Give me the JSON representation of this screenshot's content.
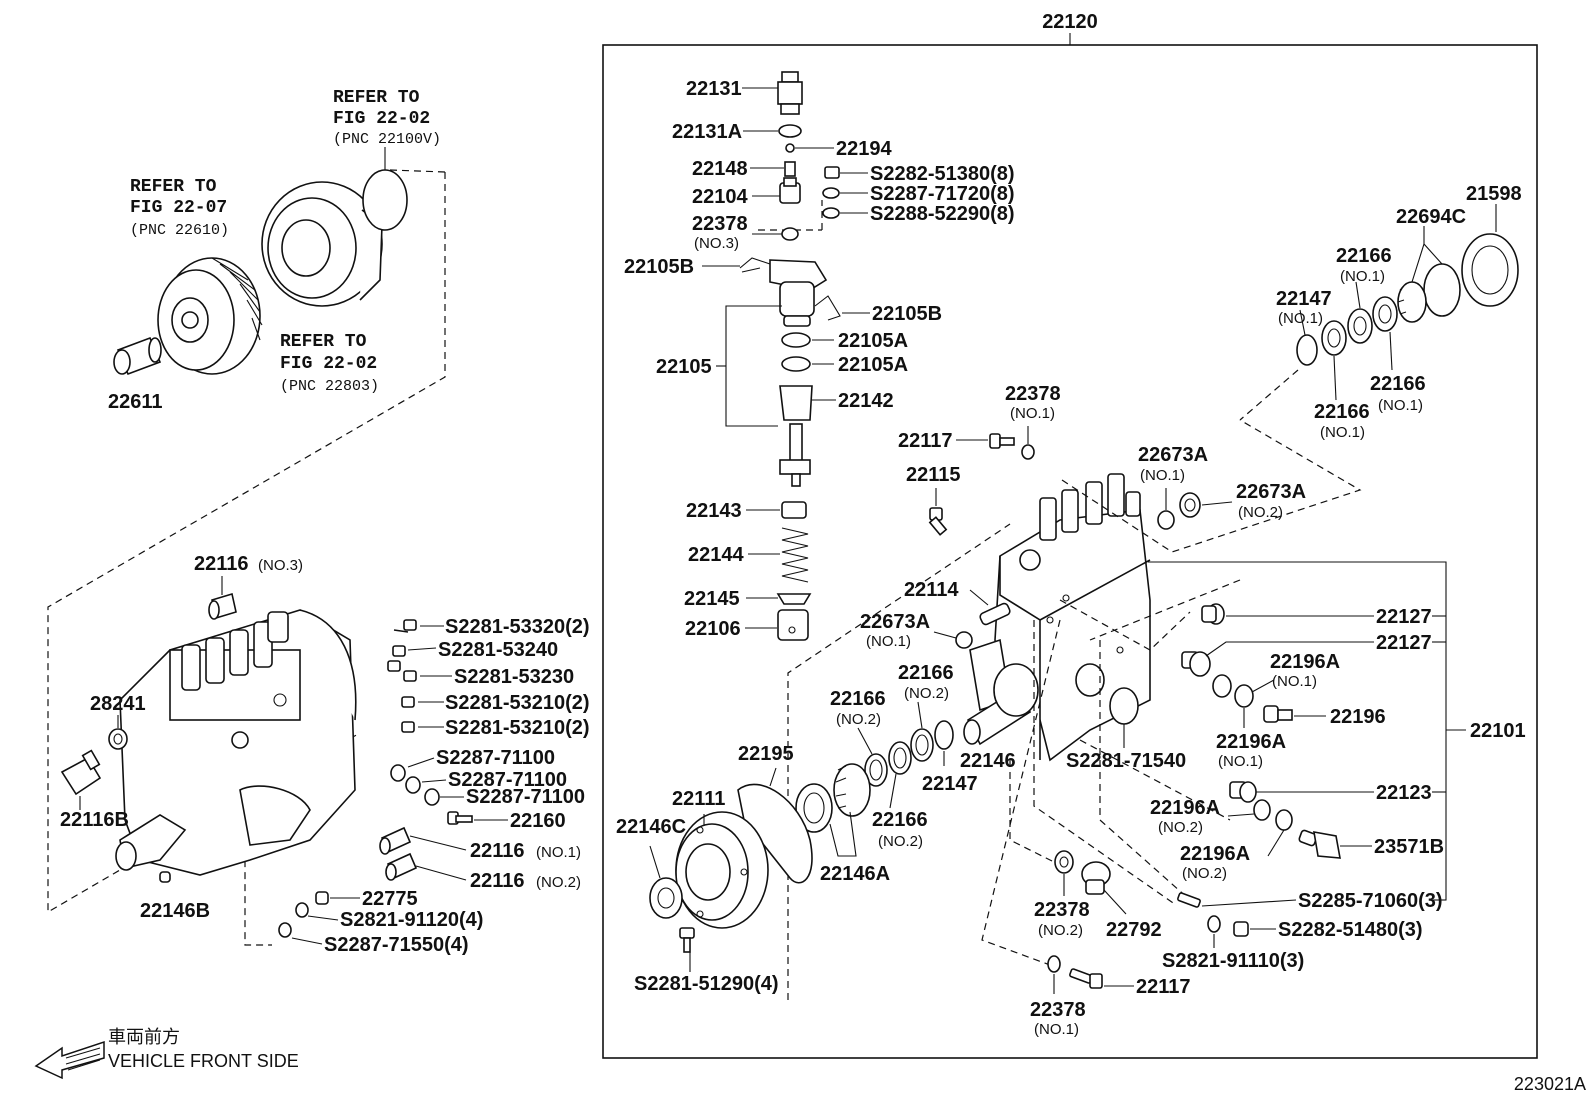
{
  "assembly": {
    "main": "22120",
    "body": "22101"
  },
  "left_labels": [
    {
      "name": "refer-22-02-top",
      "lines": [
        "REFER TO",
        "FIG 22-02",
        "(PNC 22100V)"
      ]
    },
    {
      "name": "refer-22-07",
      "lines": [
        "REFER TO",
        "FIG 22-07",
        "(PNC 22610)"
      ]
    },
    {
      "name": "refer-22-02-bot",
      "lines": [
        "REFER TO",
        "FIG 22-02",
        "(PNC 22803)"
      ]
    }
  ],
  "callouts": {
    "c22611": "22611",
    "c22116_3": "22116",
    "c22116_3s": "(NO.3)",
    "c28241": "28241",
    "c22116B": "22116B",
    "c22146B": "22146B",
    "s53320": "S2281-53320(2)",
    "s53240": "S2281-53240",
    "s53230": "S2281-53230",
    "s53210a": "S2281-53210(2)",
    "s53210b": "S2281-53210(2)",
    "s71100a": "S2287-71100",
    "s71100b": "S2287-71100",
    "s71100c": "S2287-71100",
    "c22160": "22160",
    "c22116_1": "22116",
    "c22116_1s": "(NO.1)",
    "c22116_2": "22116",
    "c22116_2s": "(NO.2)",
    "c22775": "22775",
    "s91120": "S2821-91120(4)",
    "s71550": "S2287-71550(4)",
    "c22131": "22131",
    "c22131A": "22131A",
    "c22194": "22194",
    "c22148": "22148",
    "s51380": "S2282-51380(8)",
    "s71720": "S2287-71720(8)",
    "s52290": "S2288-52290(8)",
    "c22104": "22104",
    "c22378_3": "22378",
    "c22378_3s": "(NO.3)",
    "c22105B_l": "22105B",
    "c22105B_r": "22105B",
    "c22105": "22105",
    "c22105A_a": "22105A",
    "c22105A_b": "22105A",
    "c22142": "22142",
    "c22143": "22143",
    "c22144": "22144",
    "c22145": "22145",
    "c22106": "22106",
    "c22378_1top": "22378",
    "c22378_1tops": "(NO.1)",
    "c22117_top": "22117",
    "c22115": "22115",
    "c22114": "22114",
    "c22673A_1a": "22673A",
    "c22673A_1as": "(NO.1)",
    "c22673A_1b": "22673A",
    "c22673A_1bs": "(NO.1)",
    "c22673A_2": "22673A",
    "c22673A_2s": "(NO.2)",
    "c22147_1": "22147",
    "c22147_1s": "(NO.1)",
    "c22166_1a": "22166",
    "c22166_1as": "(NO.1)",
    "c22694C": "22694C",
    "c21598": "21598",
    "c22166_1b": "22166",
    "c22166_1bs": "(NO.1)",
    "c22166_1c": "22166",
    "c22166_1cs": "(NO.1)",
    "c22127a": "22127",
    "c22127b": "22127",
    "c22196A_1a": "22196A",
    "c22196A_1as": "(NO.1)",
    "c22196": "22196",
    "c22196A_1b": "22196A",
    "c22196A_1bs": "(NO.1)",
    "c22123": "22123",
    "c22196A_2a": "22196A",
    "c22196A_2as": "(NO.2)",
    "c22196A_2b": "22196A",
    "c22196A_2bs": "(NO.2)",
    "c23571B": "23571B",
    "s71060": "S2285-71060(3)",
    "s51480": "S2282-51480(3)",
    "s91110": "S2821-91110(3)",
    "s71540": "S2281-71540",
    "c22146": "22146",
    "c22147": "22147",
    "c22166_2a": "22166",
    "c22166_2as": "(NO.2)",
    "c22166_2b": "22166",
    "c22166_2bs": "(NO.2)",
    "c22166_2c": "22166",
    "c22166_2cs": "(NO.2)",
    "c22195": "22195",
    "c22111": "22111",
    "c22146C": "22146C",
    "c22146A": "22146A",
    "s51290": "S2281-51290(4)",
    "c22378_2": "22378",
    "c22378_2s": "(NO.2)",
    "c22792": "22792",
    "c22378_1bot": "22378",
    "c22378_1bots": "(NO.1)",
    "c22117_bot": "22117"
  },
  "direction": {
    "jp": "車両前方",
    "en": "VEHICLE FRONT SIDE"
  },
  "figure_id": "223021A"
}
